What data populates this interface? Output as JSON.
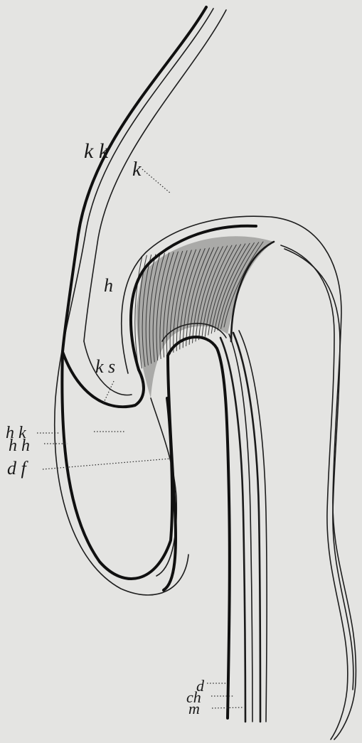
{
  "labels": {
    "kk": "k k",
    "k": "k",
    "h": "h",
    "ks": "k s",
    "hk": "h k",
    "hh": "h h",
    "df": "d f",
    "d": "d",
    "ch": "ch",
    "m": "m"
  }
}
